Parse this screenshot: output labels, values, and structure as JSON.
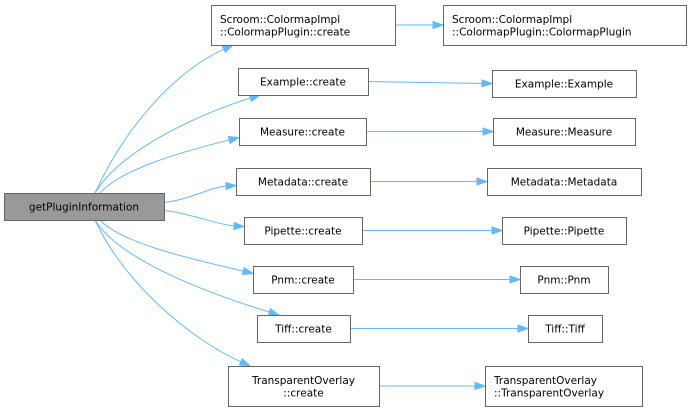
{
  "diagram": {
    "type": "call-graph",
    "root": {
      "id": "root",
      "lines": [
        "getPluginInformation"
      ],
      "highlighted": true
    },
    "nodes": [
      {
        "id": "scroom_create",
        "lines": [
          "Scroom::ColormapImpl",
          "::ColormapPlugin::create"
        ]
      },
      {
        "id": "scroom_ctor",
        "lines": [
          "Scroom::ColormapImpl",
          "::ColormapPlugin::ColormapPlugin"
        ]
      },
      {
        "id": "example_create",
        "lines": [
          "Example::create"
        ]
      },
      {
        "id": "example_ctor",
        "lines": [
          "Example::Example"
        ]
      },
      {
        "id": "measure_create",
        "lines": [
          "Measure::create"
        ]
      },
      {
        "id": "measure_ctor",
        "lines": [
          "Measure::Measure"
        ]
      },
      {
        "id": "metadata_create",
        "lines": [
          "Metadata::create"
        ]
      },
      {
        "id": "metadata_ctor",
        "lines": [
          "Metadata::Metadata"
        ]
      },
      {
        "id": "pipette_create",
        "lines": [
          "Pipette::create"
        ]
      },
      {
        "id": "pipette_ctor",
        "lines": [
          "Pipette::Pipette"
        ]
      },
      {
        "id": "pnm_create",
        "lines": [
          "Pnm::create"
        ]
      },
      {
        "id": "pnm_ctor",
        "lines": [
          "Pnm::Pnm"
        ]
      },
      {
        "id": "tiff_create",
        "lines": [
          "Tiff::create"
        ]
      },
      {
        "id": "tiff_ctor",
        "lines": [
          "Tiff::Tiff"
        ]
      },
      {
        "id": "overlay_create",
        "lines": [
          "TransparentOverlay",
          "::create"
        ]
      },
      {
        "id": "overlay_ctor",
        "lines": [
          "TransparentOverlay",
          "::TransparentOverlay"
        ]
      }
    ],
    "edges": [
      {
        "from": "root",
        "to": "scroom_create"
      },
      {
        "from": "root",
        "to": "example_create"
      },
      {
        "from": "root",
        "to": "measure_create"
      },
      {
        "from": "root",
        "to": "metadata_create"
      },
      {
        "from": "root",
        "to": "pipette_create"
      },
      {
        "from": "root",
        "to": "pnm_create"
      },
      {
        "from": "root",
        "to": "tiff_create"
      },
      {
        "from": "root",
        "to": "overlay_create"
      },
      {
        "from": "scroom_create",
        "to": "scroom_ctor"
      },
      {
        "from": "example_create",
        "to": "example_ctor"
      },
      {
        "from": "measure_create",
        "to": "measure_ctor"
      },
      {
        "from": "metadata_create",
        "to": "metadata_ctor"
      },
      {
        "from": "pipette_create",
        "to": "pipette_ctor"
      },
      {
        "from": "pnm_create",
        "to": "pnm_ctor"
      },
      {
        "from": "tiff_create",
        "to": "tiff_ctor"
      },
      {
        "from": "overlay_create",
        "to": "overlay_ctor"
      }
    ],
    "colors": {
      "edge": "#63b8ff",
      "root_fill": "#999999",
      "node_fill": "#ffffff",
      "node_border": "#666666"
    }
  }
}
